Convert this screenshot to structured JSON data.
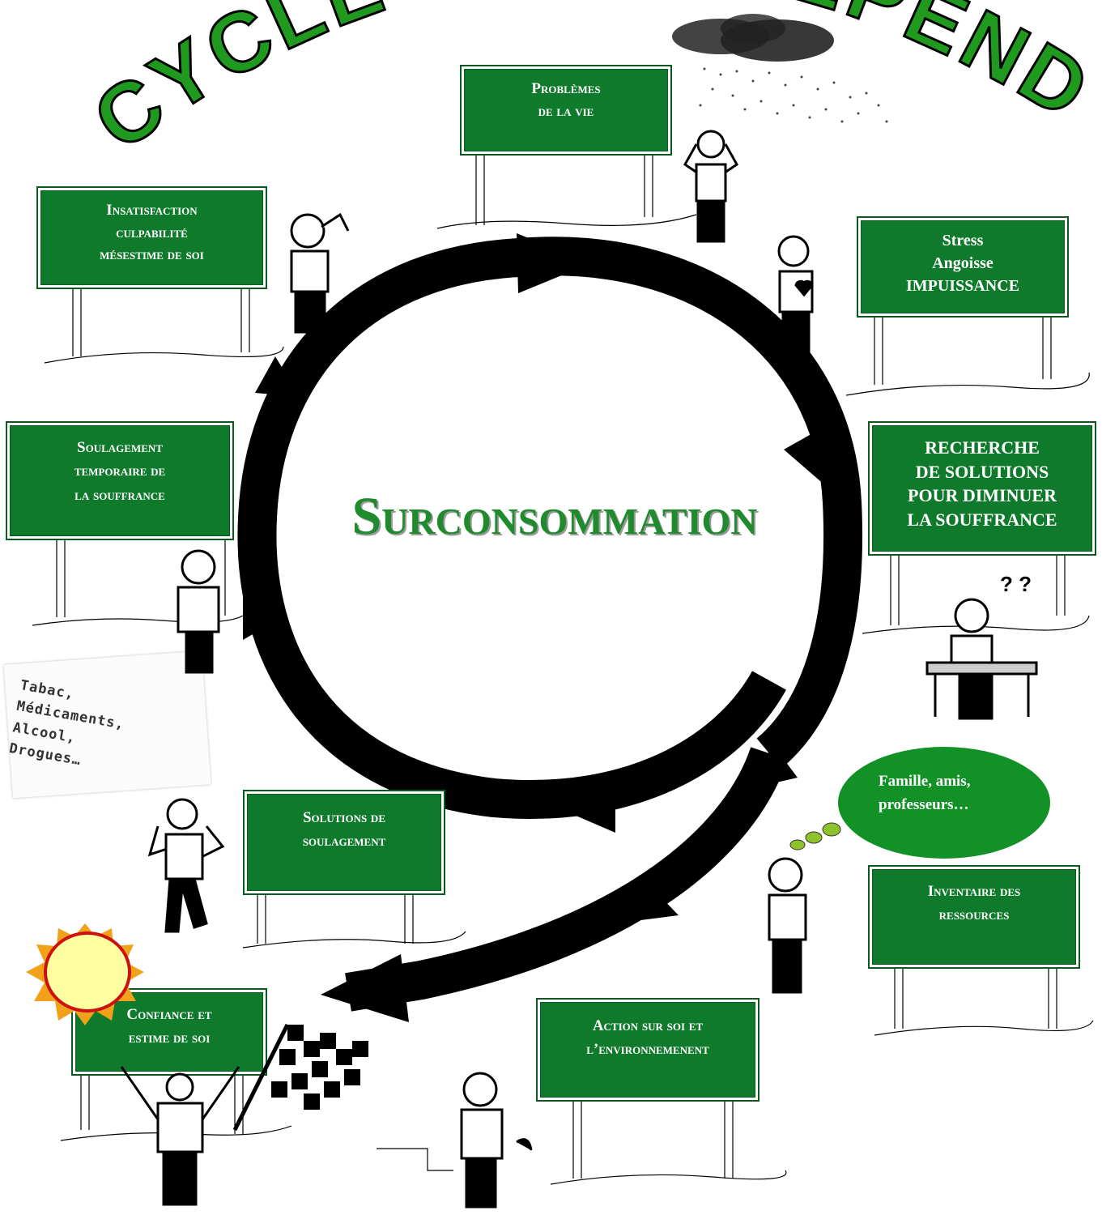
{
  "title": "CYCLE DE LA DÉPENDANCE",
  "center_title": "Surconsommation",
  "colors": {
    "sign_green": "#0f7a2b",
    "title_green": "#1f8b2c",
    "arrow": "#000000",
    "bubble_green": "#119126"
  },
  "signs": {
    "problemes": "Problèmes\nde la vie",
    "stress": "Stress\nAngoisse\nIMPUISSANCE",
    "recherche": "RECHERCHE\nDE SOLUTIONS\nPOUR DIMINUER\nLA SOUFFRANCE",
    "inventaire": "Inventaire des\nressources",
    "action": "Action sur soi et\nl’environnemenent",
    "confiance": "Confiance et\nestime de soi",
    "solutions": "Solutions de\nsoulagement",
    "soulagement": "Soulagement\ntemporaire de\nla souffrance",
    "insatisfaction": "Insatisfaction\nculpabilité\nmésestime de soi"
  },
  "bubble_text": "Famille, amis,\nprofesseurs…",
  "note_text": "Tabac,\nMédicaments,\nAlcool,\nDrogues…",
  "icons": [
    "person-head-in-hands-icon",
    "person-hand-on-chest-icon",
    "person-thinking-at-desk-icon",
    "person-thinking-icon",
    "person-on-phone-icon",
    "person-arms-raised-icon",
    "person-smoking-icon",
    "person-drinking-icon",
    "person-head-bandage-icon",
    "checkered-flag-icon",
    "sun-icon",
    "rain-cloud-icon",
    "question-marks-icon"
  ]
}
